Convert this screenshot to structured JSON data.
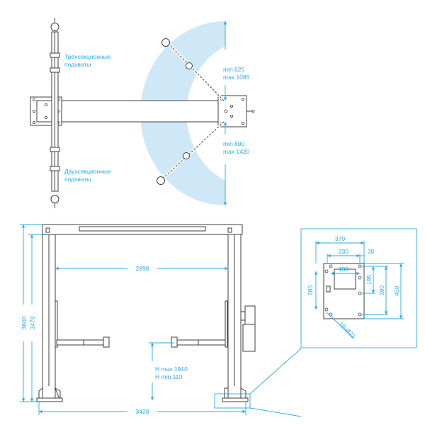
{
  "top_view": {
    "arms_three_section": [
      "Трёхсекционные",
      "подхваты"
    ],
    "arms_two_section": [
      "Двухсекционные",
      "подхваты"
    ],
    "reach_upper": [
      "min 625",
      "max 1085"
    ],
    "reach_lower": [
      "min 800",
      "max 1420"
    ]
  },
  "front_view": {
    "overall_height": "3600",
    "inner_height": "3479",
    "clear_width": "2890",
    "overall_width": "3420",
    "lift_height": [
      "H max 1910",
      "H min 110"
    ]
  },
  "base_plate": {
    "width_outer": "370",
    "width_mid": "230",
    "offset_right": "30",
    "hole_spacing": "180",
    "height_left": "280",
    "height_inner": "195",
    "height_mid": "390",
    "height_outer": "450",
    "anchor_holes": "10-Ø22"
  },
  "colors": {
    "accent": "#29a9e0",
    "accent_fill": "#cfe8f8",
    "line": "#3c3c3c"
  }
}
